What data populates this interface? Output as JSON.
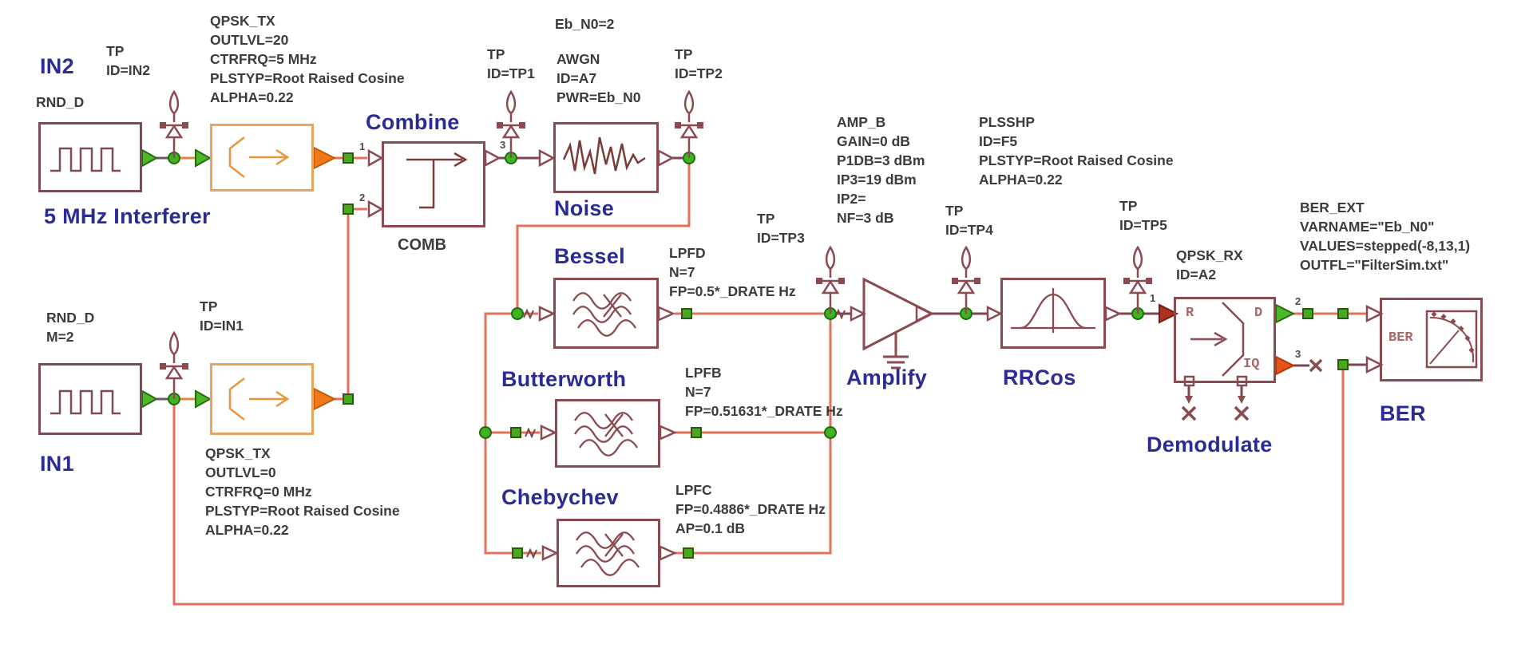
{
  "diagram": {
    "type": "system-simulation-schematic",
    "colors": {
      "wire_salmon": "#e4715c",
      "wire_orange": "#e8823c",
      "wire_dark": "#6e5862",
      "block_maroon": "#8a4a50",
      "block_orange": "#eaa35c",
      "node_green": "#3fb322",
      "square_green": "#49a81e",
      "label_blue": "#2b2b94",
      "text_dark": "#3c3c3c",
      "triangle_orange": "#f07818",
      "triangle_red": "#b03020",
      "triangle_green": "#4cb827"
    },
    "section_labels": {
      "in2": "IN2",
      "interferer": "5 MHz Interferer",
      "combine": "Combine",
      "noise": "Noise",
      "bessel": "Bessel",
      "butterworth": "Butterworth",
      "chebychev": "Chebychev",
      "amplify": "Amplify",
      "rrcos": "RRCos",
      "demodulate": "Demodulate",
      "ber": "BER",
      "in1": "IN1"
    },
    "annotations": {
      "qpsk_tx_top": [
        "QPSK_TX",
        "OUTLVL=20",
        "CTRFRQ=5 MHz",
        "PLSTYP=Root Raised Cosine",
        "ALPHA=0.22"
      ],
      "tp_in2": [
        "TP",
        "ID=IN2"
      ],
      "rnd_d_top": [
        "RND_D"
      ],
      "eb_n0": [
        "Eb_N0=2"
      ],
      "tp1": [
        "TP",
        "ID=TP1"
      ],
      "awgn": [
        "AWGN",
        "ID=A7",
        "PWR=Eb_N0"
      ],
      "tp2": [
        "TP",
        "ID=TP2"
      ],
      "comb": [
        "COMB"
      ],
      "lpfd": [
        "LPFD",
        "N=7",
        "FP=0.5*_DRATE Hz"
      ],
      "tp3": [
        "TP",
        "ID=TP3"
      ],
      "lpfb": [
        "LPFB",
        "N=7",
        "FP=0.51631*_DRATE Hz"
      ],
      "lpfc": [
        "LPFC",
        "FP=0.4886*_DRATE Hz",
        "AP=0.1 dB"
      ],
      "amp_b": [
        "AMP_B",
        "GAIN=0 dB",
        "P1DB=3 dBm",
        "IP3=19 dBm",
        "IP2=",
        "NF=3 dB"
      ],
      "tp4": [
        "TP",
        "ID=TP4"
      ],
      "plsshp": [
        "PLSSHP",
        "ID=F5",
        "PLSTYP=Root Raised Cosine",
        "ALPHA=0.22"
      ],
      "tp5": [
        "TP",
        "ID=TP5"
      ],
      "qpsk_rx": [
        "QPSK_RX",
        "ID=A2"
      ],
      "ber_ext": [
        "BER_EXT",
        "VARNAME=\"Eb_N0\"",
        "VALUES=stepped(-8,13,1)",
        "OUTFL=\"FilterSim.txt\""
      ],
      "rnd_d_bot": [
        "RND_D",
        "M=2"
      ],
      "tp_in1": [
        "TP",
        "ID=IN1"
      ],
      "qpsk_tx_bot": [
        "QPSK_TX",
        "OUTLVL=0",
        "CTRFRQ=0 MHz",
        "PLSTYP=Root Raised Cosine",
        "ALPHA=0.22"
      ]
    },
    "port_numbers": {
      "combine_in1": "1",
      "combine_in2": "2",
      "combine_out": "3",
      "rx_in": "1",
      "rx_out_d": "2",
      "rx_out_iq": "3"
    },
    "block_text": {
      "rx_r": "R",
      "rx_d": "D",
      "rx_iq": "IQ",
      "ber_meter": "BER"
    }
  }
}
